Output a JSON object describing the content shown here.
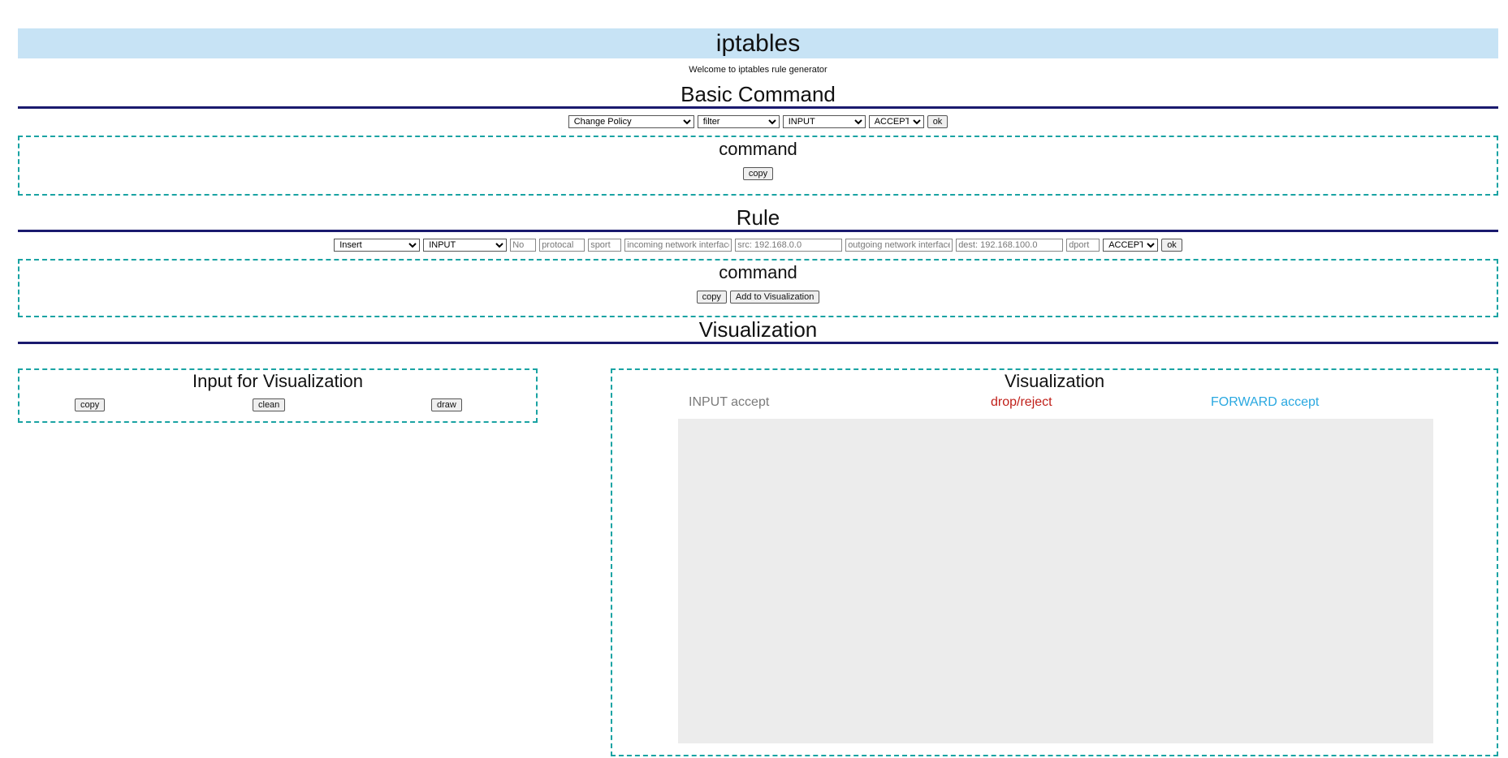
{
  "header": {
    "title": "iptables",
    "welcome": "Welcome to iptables rule generator"
  },
  "basic": {
    "heading": "Basic Command",
    "action_select": "Change Policy",
    "table_select": "filter",
    "chain_select": "INPUT",
    "target_select": "ACCEPT",
    "ok_label": "ok",
    "command_title": "command",
    "copy_label": "copy"
  },
  "rule": {
    "heading": "Rule",
    "mode_select": "Insert",
    "chain_select": "INPUT",
    "no_placeholder": "No",
    "protocol_placeholder": "protocal",
    "sport_placeholder": "sport",
    "in_iface_placeholder": "incoming network interface",
    "src_placeholder": "src: 192.168.0.0",
    "out_iface_placeholder": "outgoing network interface",
    "dest_placeholder": "dest: 192.168.100.0",
    "dport_placeholder": "dport",
    "target_select": "ACCEPT",
    "ok_label": "ok",
    "command_title": "command",
    "copy_label": "copy",
    "add_viz_label": "Add to Visualization"
  },
  "visualization": {
    "heading": "Visualization",
    "input_box": {
      "title": "Input for Visualization",
      "copy_label": "copy",
      "clean_label": "clean",
      "draw_label": "draw"
    },
    "output_box": {
      "title": "Visualization",
      "legend_input": "INPUT accept",
      "legend_drop": "drop/reject",
      "legend_forward": "FORWARD accept"
    }
  },
  "colors": {
    "title_bar": "#c7e3f5",
    "divider": "#1a1a6e",
    "dashed_border": "#1aa3a3",
    "legend_input": "#7a7a7a",
    "legend_drop": "#c0201a",
    "legend_forward": "#2aa8e0",
    "canvas_bg": "#ececec"
  }
}
